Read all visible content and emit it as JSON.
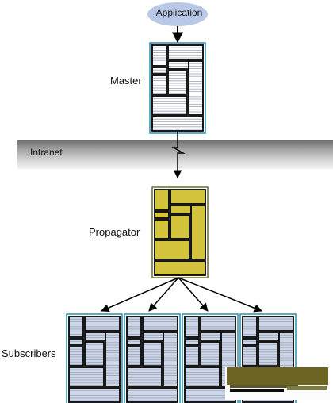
{
  "diagram": {
    "application": "Application",
    "master": "Master",
    "intranet": "Intranet",
    "propagator": "Propagator",
    "subscribers": "Subscribers",
    "subscriber_count": 4
  },
  "colors": {
    "application_fill": "#b8c8e6",
    "master_fill": "#ffffff",
    "propagator_fill": "#d4c33c",
    "subscriber_fill": "#cdd6e6",
    "block_border": "#000000",
    "frame_border": "#2c8fb0"
  }
}
